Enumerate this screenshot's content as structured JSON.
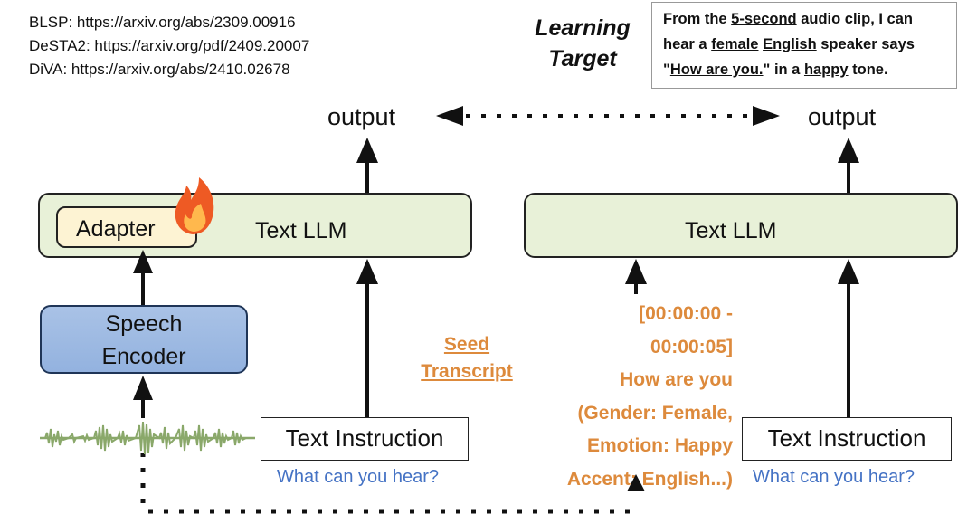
{
  "references": [
    "BLSP: https://arxiv.org/abs/2309.00916",
    "DeSTA2: https://arxiv.org/pdf/2409.20007",
    "DiVA: https://arxiv.org/abs/2410.02678"
  ],
  "learning_target": {
    "title_line1": "Learning",
    "title_line2": "Target",
    "text_parts": [
      {
        "t": "From the ",
        "u": false
      },
      {
        "t": "5-second",
        "u": true
      },
      {
        "t": " audio clip, I can hear a ",
        "u": false
      },
      {
        "t": "female",
        "u": true
      },
      {
        "t": " ",
        "u": false
      },
      {
        "t": "English",
        "u": true
      },
      {
        "t": " speaker says \"",
        "u": false
      },
      {
        "t": "How are you.",
        "u": true
      },
      {
        "t": "\" in a ",
        "u": false
      },
      {
        "t": "happy",
        "u": true
      },
      {
        "t": " tone.",
        "u": false
      }
    ]
  },
  "left_model": {
    "output_label": "output",
    "llm_label": "Text LLM",
    "adapter_label": "Adapter",
    "adapter_icon": "fire-icon",
    "encoder_line1": "Speech",
    "encoder_line2": "Encoder",
    "instruction_label": "Text Instruction",
    "instruction_question": "What can you hear?"
  },
  "right_model": {
    "output_label": "output",
    "llm_label": "Text LLM",
    "instruction_label": "Text Instruction",
    "instruction_question": "What can you hear?"
  },
  "seed_transcript": {
    "line1": "Seed",
    "line2": "Transcript"
  },
  "transcript_lines": [
    "[00:00:00 -",
    "00:00:05]",
    "How are you",
    "(Gender: Female,",
    "Emotion: Happy",
    "Accent: English...)"
  ],
  "colors": {
    "orange": "#dd8a3c",
    "blue_text": "#4472c4",
    "llm_fill": "#e8f1d8",
    "adapter_fill": "#fdf3d3",
    "encoder_fill": "#9fbbe3",
    "waveform": "#8aa86a"
  }
}
